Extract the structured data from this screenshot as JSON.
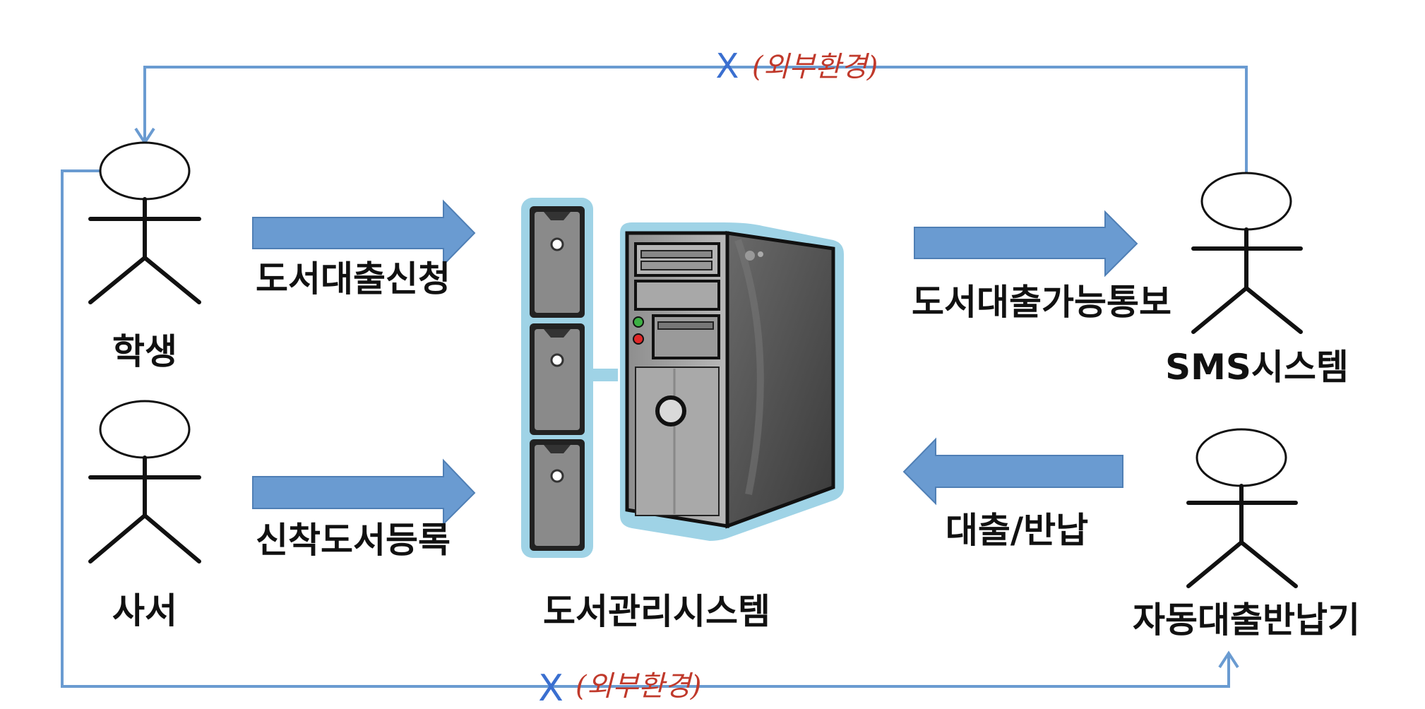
{
  "actors": {
    "student": "학생",
    "librarian": "사서",
    "sms": "SMS시스템",
    "kiosk": "자동대출반납기"
  },
  "arrows": {
    "loan_request": "도서대출신청",
    "new_book": "신착도서등록",
    "loan_notice": "도서대출가능통보",
    "loan_return": "대출/반납"
  },
  "center": {
    "system": "도서관리시스템"
  },
  "annotations": {
    "top_mark": "X",
    "top_note": "(외부환경)",
    "bottom_mark": "X",
    "bottom_note": "(외부환경)"
  },
  "colors": {
    "arrow_fill": "#6a9bd1",
    "arrow_stroke": "#4f7fb5",
    "line_blue": "#6a9bd1",
    "mark_blue": "#3a6fd0",
    "note_red": "#c0392b",
    "server_outline": "#9fd3e6"
  }
}
